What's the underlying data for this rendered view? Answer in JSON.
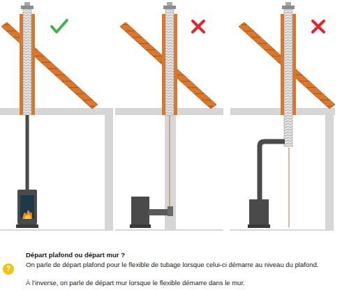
{
  "diagram": {
    "labels": [
      "?",
      "Départ plafond ou départ mur ?",
      "On parle de départ plafond pour le flexible de tubage lorsque celui-ci démarre au niveau du plafond.",
      "À l’inverse, on parle de départ mur lorsque le flexible démarre dans le mur."
    ]
  }
}
